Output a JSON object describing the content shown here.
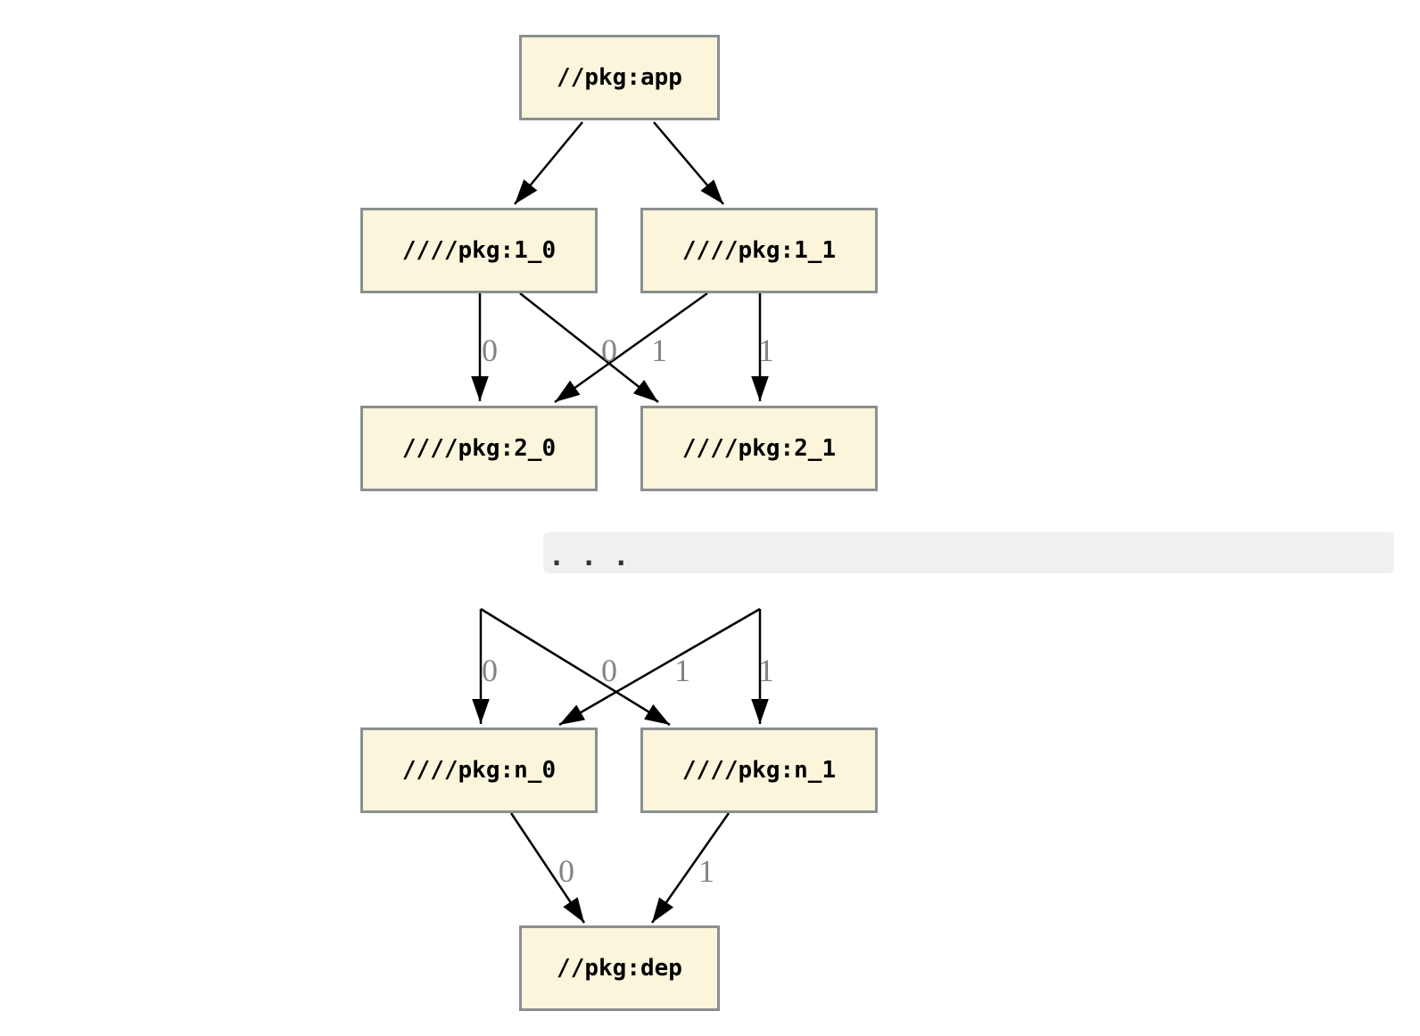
{
  "diagram": {
    "type": "dependency-graph",
    "nodes": [
      {
        "id": "app",
        "label": "//pkg:app"
      },
      {
        "id": "1_0",
        "label": "////pkg:1_0"
      },
      {
        "id": "1_1",
        "label": "////pkg:1_1"
      },
      {
        "id": "2_0",
        "label": "////pkg:2_0"
      },
      {
        "id": "2_1",
        "label": "////pkg:2_1"
      },
      {
        "id": "n_0",
        "label": "////pkg:n_0"
      },
      {
        "id": "n_1",
        "label": "////pkg:n_1"
      },
      {
        "id": "dep",
        "label": "//pkg:dep"
      }
    ],
    "edges": [
      {
        "from": "//pkg:app",
        "to": "////pkg:1_0",
        "label": ""
      },
      {
        "from": "//pkg:app",
        "to": "////pkg:1_1",
        "label": ""
      },
      {
        "from": "////pkg:1_0",
        "to": "////pkg:2_0",
        "label": "0"
      },
      {
        "from": "////pkg:1_1",
        "to": "////pkg:2_0",
        "label": "0"
      },
      {
        "from": "////pkg:1_0",
        "to": "////pkg:2_1",
        "label": "1"
      },
      {
        "from": "////pkg:1_1",
        "to": "////pkg:2_1",
        "label": "1"
      },
      {
        "from": "…",
        "to": "////pkg:n_0",
        "label": "0"
      },
      {
        "from": "…",
        "to": "////pkg:n_0",
        "label": "0"
      },
      {
        "from": "…",
        "to": "////pkg:n_1",
        "label": "1"
      },
      {
        "from": "…",
        "to": "////pkg:n_1",
        "label": "1"
      },
      {
        "from": "////pkg:n_0",
        "to": "//pkg:dep",
        "label": "0"
      },
      {
        "from": "////pkg:n_1",
        "to": "//pkg:dep",
        "label": "1"
      }
    ],
    "ellipsis": ".  .  .",
    "colors": {
      "node_fill": "#fbf5db",
      "node_border": "#8a8f90",
      "edge": "#000000",
      "edge_label": "#848484",
      "ellipsis_bar_bg": "#f0f0f0",
      "ellipsis_text": "#333333",
      "background": "#ffffff"
    }
  }
}
